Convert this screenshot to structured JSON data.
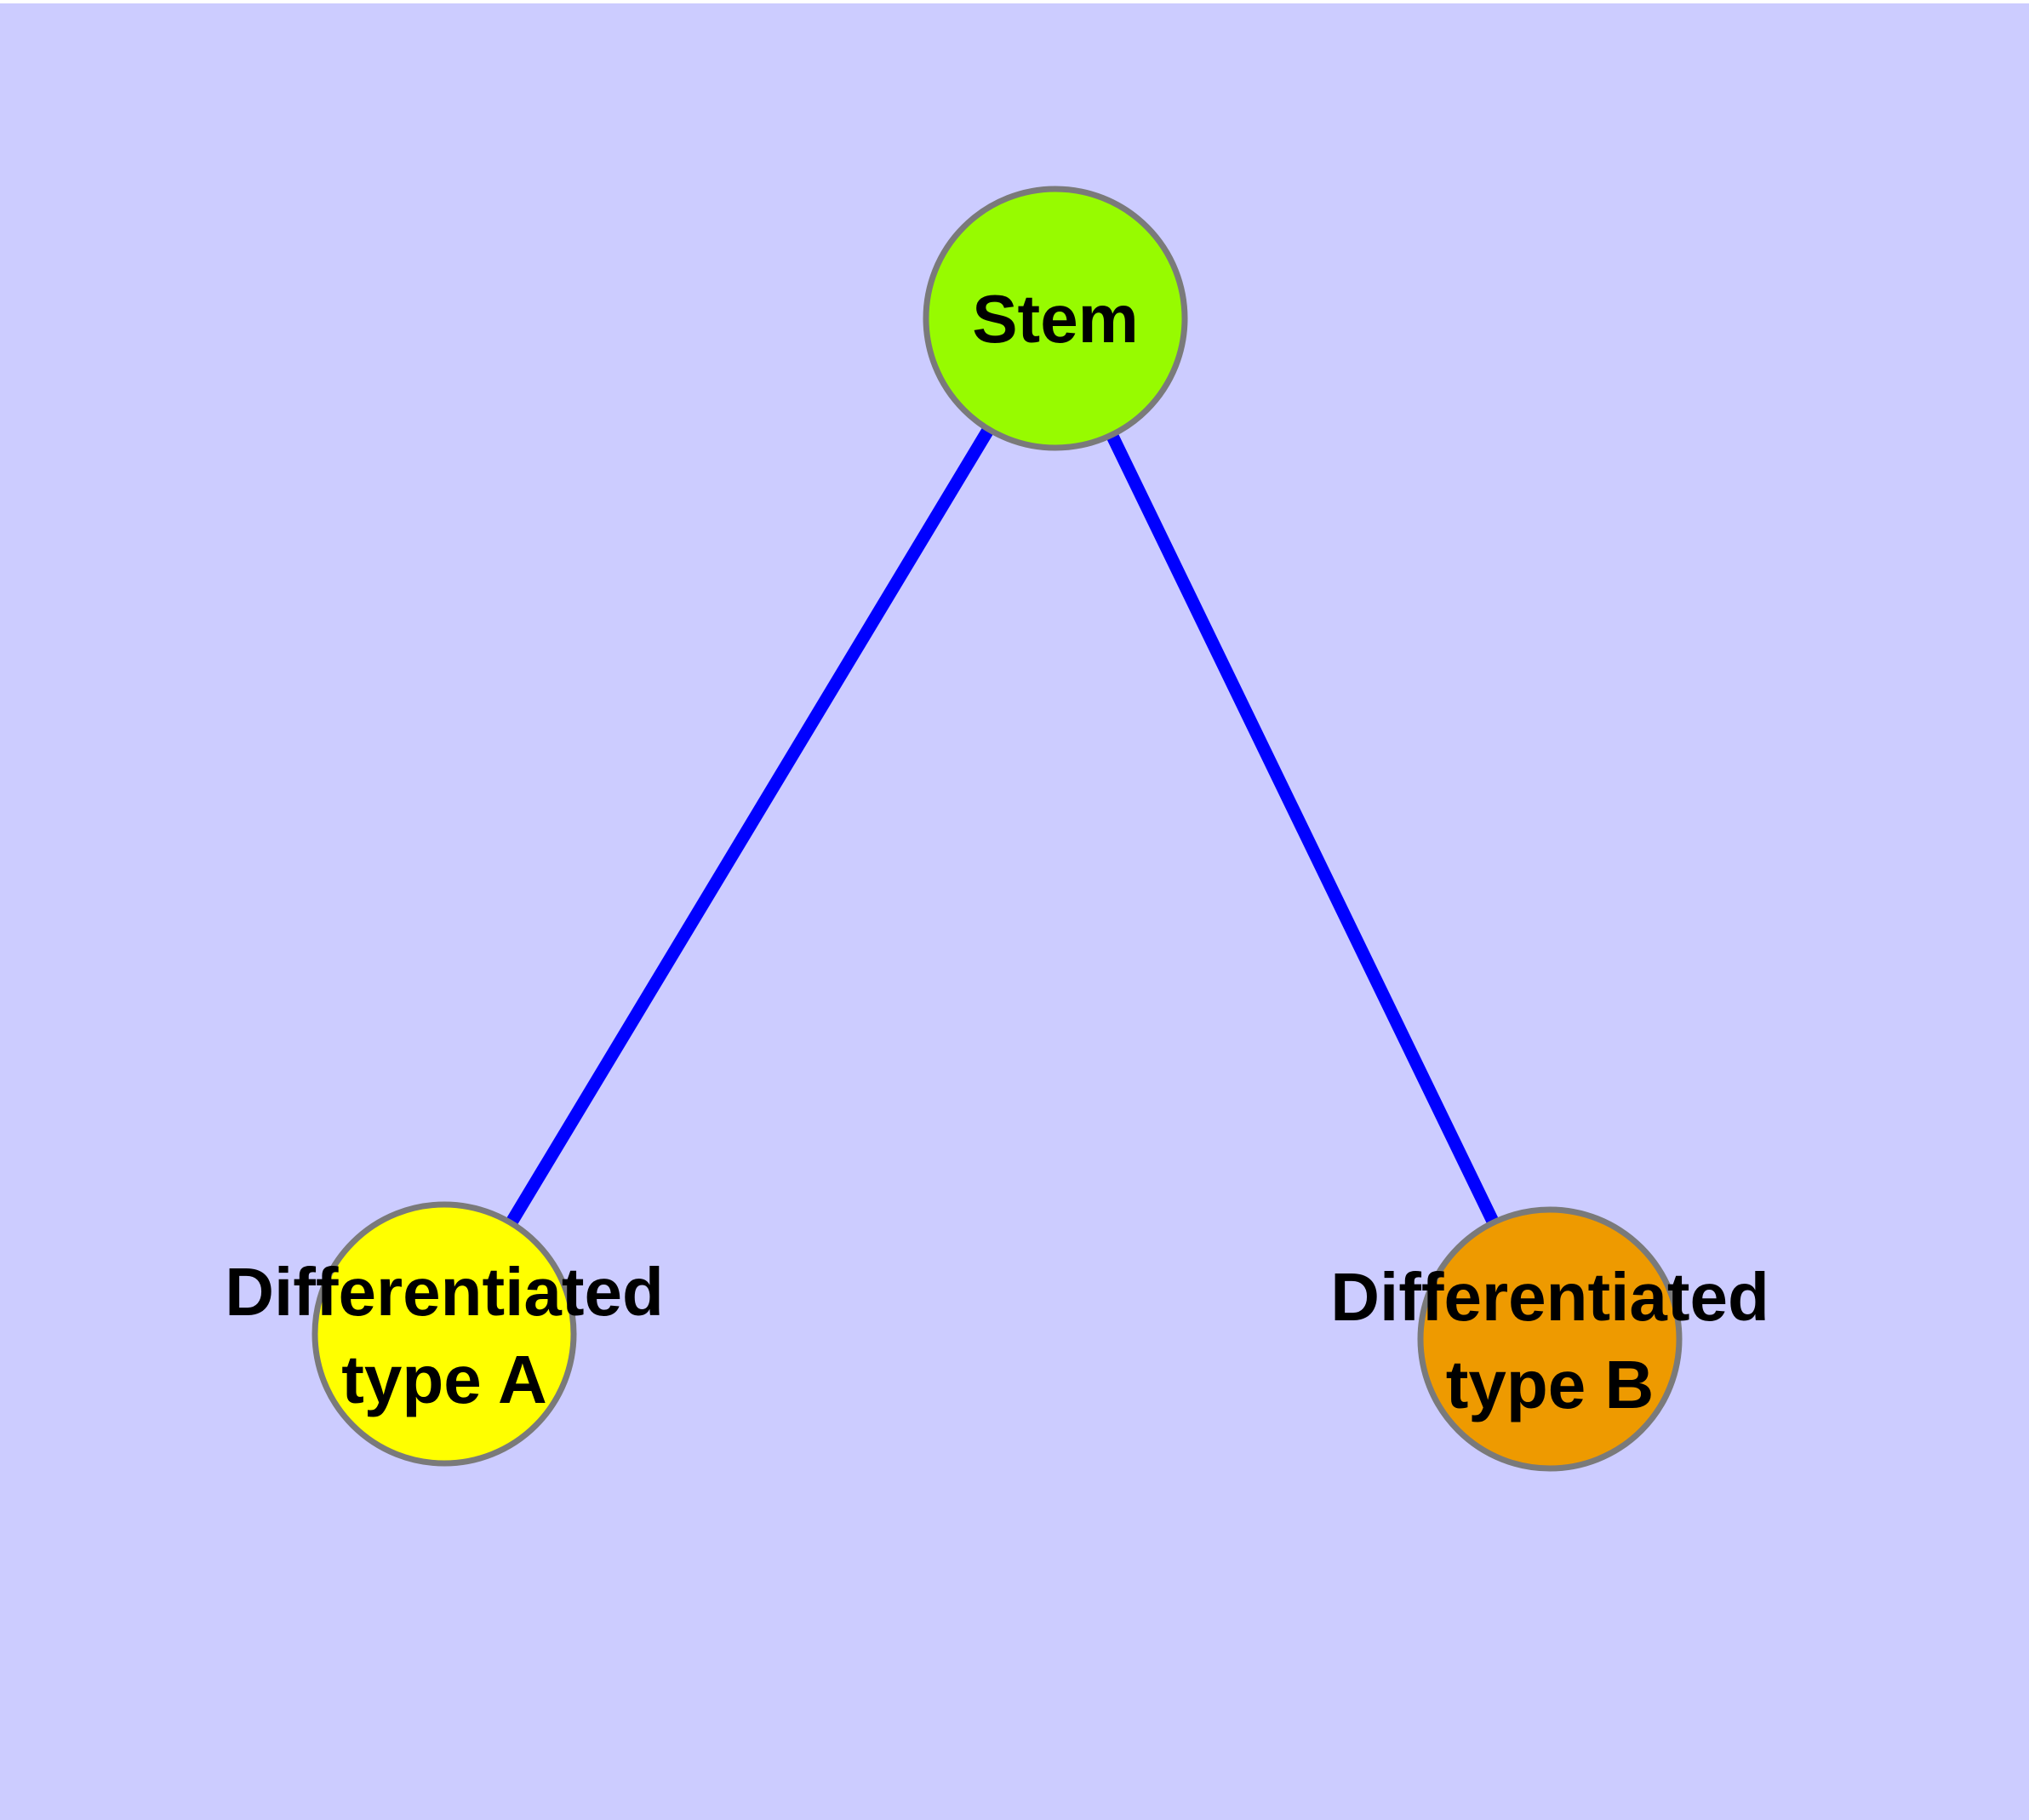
{
  "canvas": {
    "background_color": "#CCCCFF",
    "frame_color": "#FFFFFF",
    "node_border_color": "#7A7A7A",
    "label_text_color": "#000000"
  },
  "graph": {
    "type": "node-link-diagram",
    "description": "Stem cell differentiation graph: one stem node linked to two differentiated cell type nodes",
    "nodes": [
      {
        "id": "stem",
        "label": "Stem",
        "label_lines": [
          "Stem"
        ],
        "fill": "#97FB00"
      },
      {
        "id": "differentiated-type-a",
        "label": "Differentiated type A",
        "label_lines": [
          "Differentiated",
          "type A"
        ],
        "fill": "#FFFF00"
      },
      {
        "id": "differentiated-type-b",
        "label": "Differentiated type B",
        "label_lines": [
          "Differentiated",
          "type B"
        ],
        "fill": "#EE9A00"
      }
    ],
    "edges": [
      {
        "from": "Stem",
        "to": "Differentiated type A",
        "color": "#0000FF"
      },
      {
        "from": "Stem",
        "to": "Differentiated type B",
        "color": "#0000FF"
      }
    ]
  }
}
